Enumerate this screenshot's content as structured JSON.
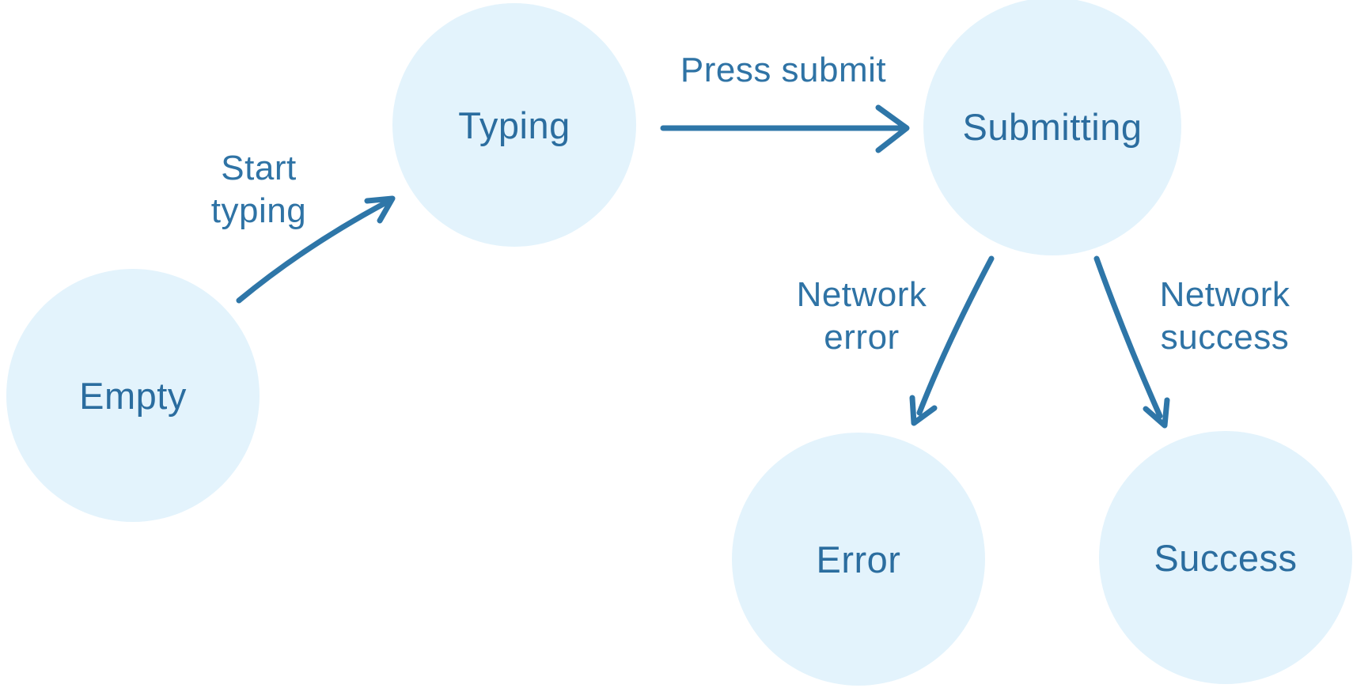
{
  "colors": {
    "background": "#ffffff",
    "node_fill": "#e3f3fc",
    "node_text": "#2b6d9f",
    "arrow": "#2e76a8",
    "edge_label": "#2f73a5"
  },
  "diagram": {
    "type": "state-machine",
    "states": [
      {
        "id": "empty",
        "label": "Empty"
      },
      {
        "id": "typing",
        "label": "Typing"
      },
      {
        "id": "submitting",
        "label": "Submitting"
      },
      {
        "id": "error",
        "label": "Error"
      },
      {
        "id": "success",
        "label": "Success"
      }
    ],
    "transitions": [
      {
        "from": "empty",
        "to": "typing",
        "label": "Start typing"
      },
      {
        "from": "typing",
        "to": "submitting",
        "label": "Press submit"
      },
      {
        "from": "submitting",
        "to": "error",
        "label": "Network error"
      },
      {
        "from": "submitting",
        "to": "success",
        "label": "Network success"
      }
    ]
  }
}
